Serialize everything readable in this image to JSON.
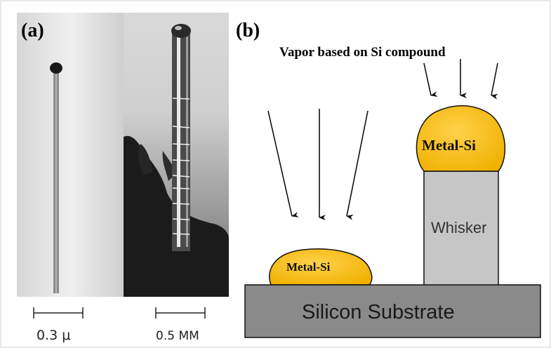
{
  "panel_a": {
    "label": "(a)",
    "scale_left": "0.3 μ",
    "scale_right": "0.5 MM"
  },
  "panel_b": {
    "label": "(b)",
    "vapor_label": "Vapor based on Si compound",
    "droplet_left_label": "Metal-Si",
    "droplet_right_label": "Metal-Si",
    "whisker_label": "Whisker",
    "substrate_label": "Silicon Substrate"
  },
  "colors": {
    "droplet": "#f5b800",
    "whisker": "#c6c6c6",
    "substrate": "#8a8a8a",
    "outline": "#111111"
  }
}
